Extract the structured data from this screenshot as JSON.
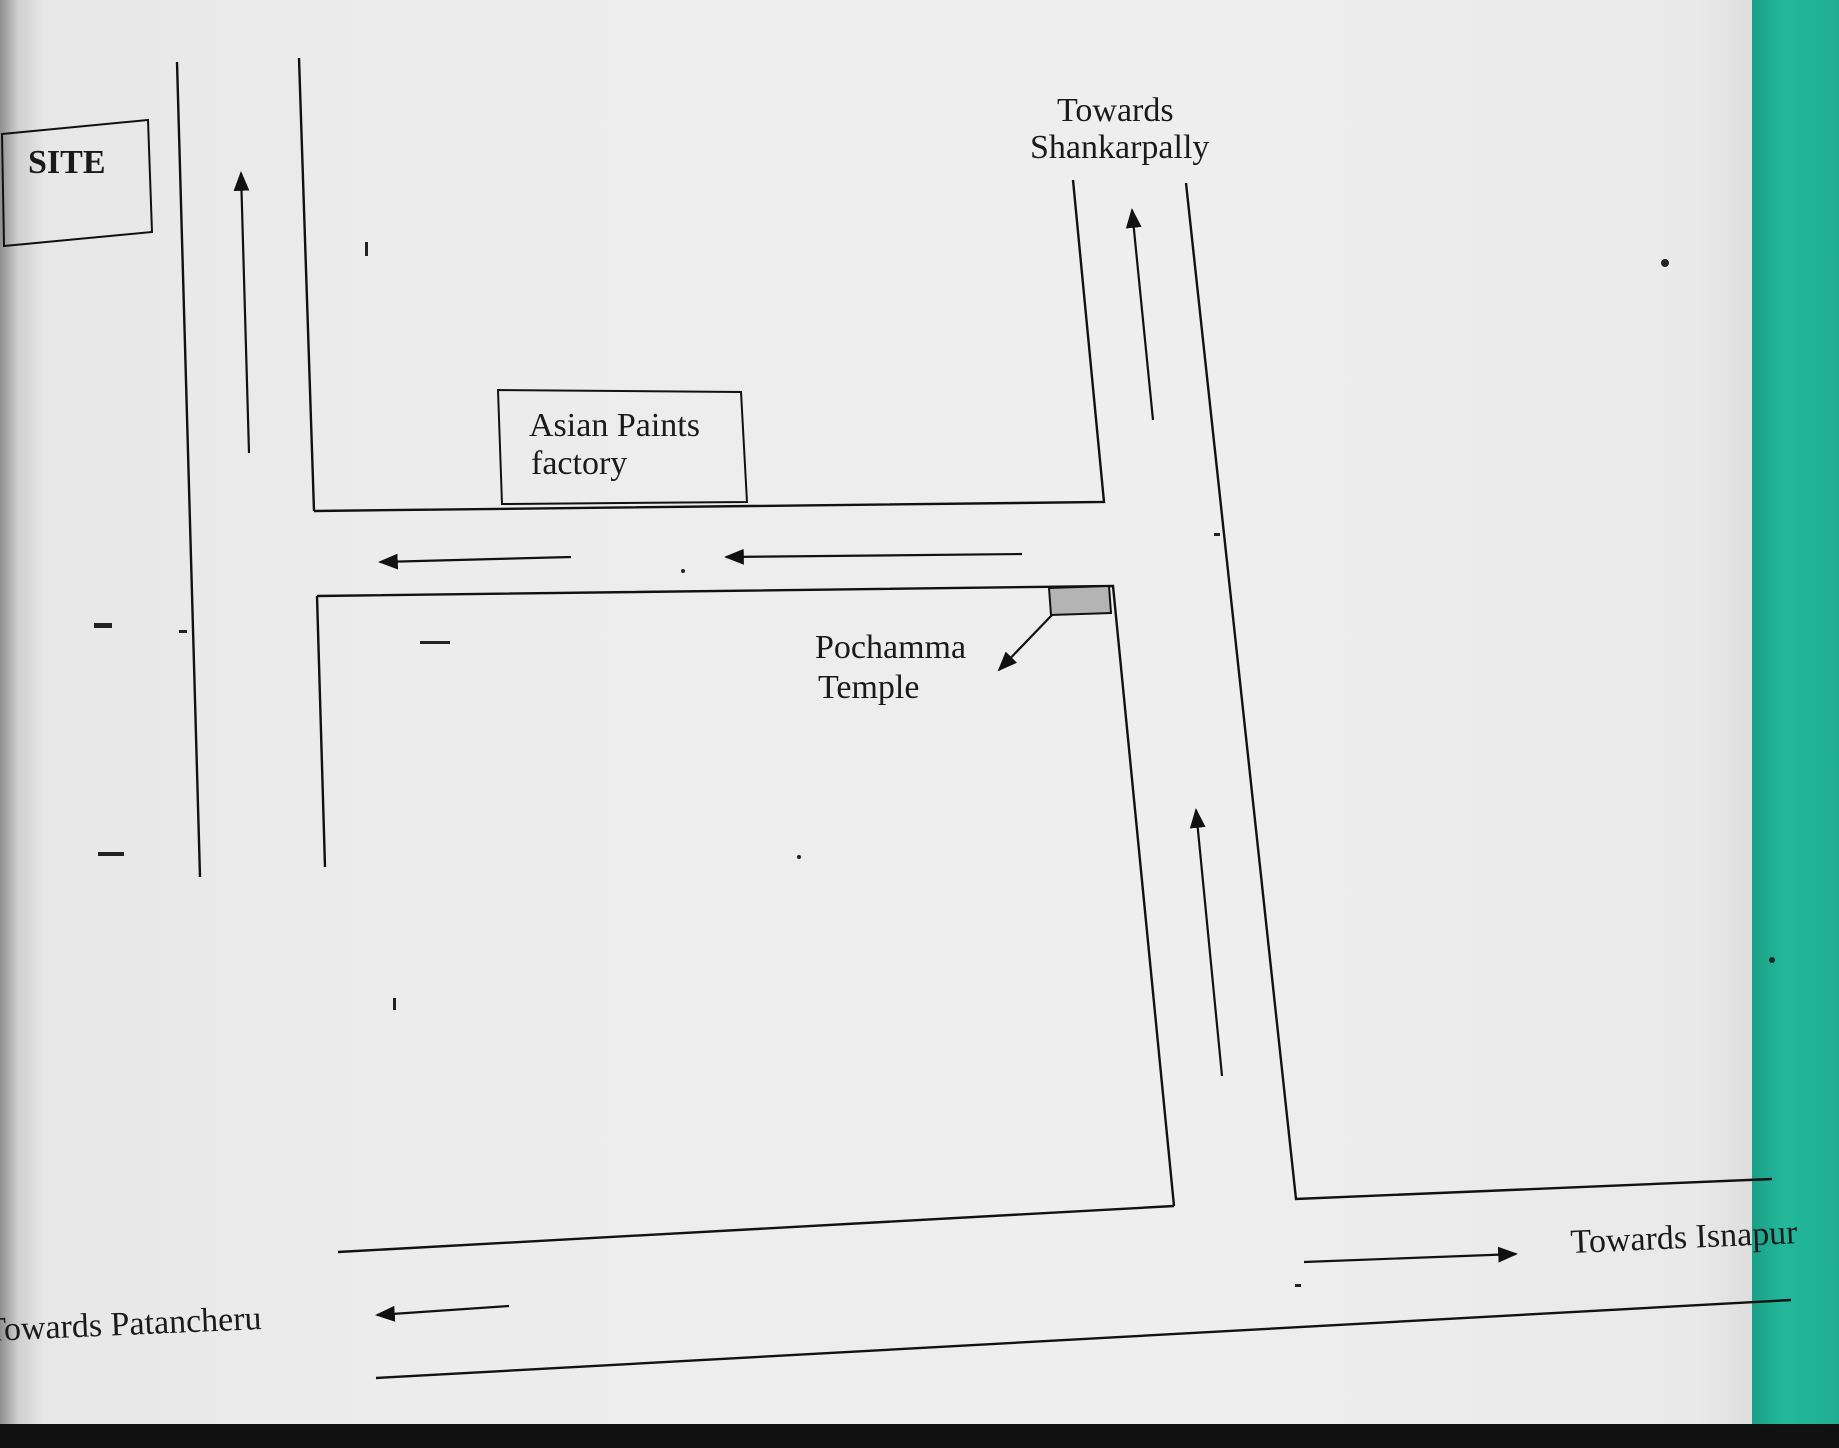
{
  "labels": {
    "site": "SITE",
    "asian_paints_line1": "Asian Paints",
    "asian_paints_line2": "factory",
    "towards_shankarpally_line1": "Towards",
    "towards_shankarpally_line2": "Shankarpally",
    "pochamma_line1": "Pochamma",
    "pochamma_line2": "Temple",
    "towards_isnapur": "Towards Isnapur",
    "towards_patancheru": "Towards Patancheru"
  },
  "colors": {
    "ink": "#111111",
    "paper": "#ececec",
    "temple_marker": "#b4b4b4",
    "edge_teal": "#22b79b"
  }
}
